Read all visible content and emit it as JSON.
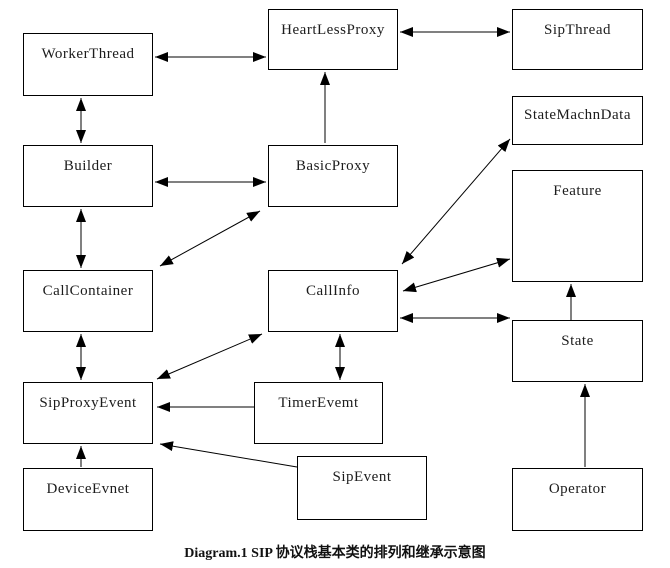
{
  "diagram": {
    "caption": "Diagram.1 SIP 协议栈基本类的排列和继承示意图",
    "colors": {
      "background": "#ffffff",
      "box_border": "#000000",
      "line": "#000000",
      "text": "#1c1c1c"
    },
    "nodes": {
      "worker_thread": {
        "label": "WorkerThread"
      },
      "heart_less_proxy": {
        "label": "HeartLessProxy"
      },
      "sip_thread": {
        "label": "SipThread"
      },
      "state_machn_data": {
        "label": "StateMachnData"
      },
      "builder": {
        "label": "Builder"
      },
      "basic_proxy": {
        "label": "BasicProxy"
      },
      "feature": {
        "label": "Feature"
      },
      "call_container": {
        "label": "CallContainer"
      },
      "call_info": {
        "label": "CallInfo"
      },
      "state": {
        "label": "State"
      },
      "sip_proxy_event": {
        "label": "SipProxyEvent"
      },
      "timer_evemt": {
        "label": "TimerEvemt"
      },
      "sip_event": {
        "label": "SipEvent"
      },
      "device_evnet": {
        "label": "DeviceEvnet"
      },
      "operator": {
        "label": "Operator"
      }
    },
    "edges": [
      {
        "from": "worker_thread",
        "to": "heart_less_proxy",
        "arrows": "both"
      },
      {
        "from": "heart_less_proxy",
        "to": "sip_thread",
        "arrows": "both"
      },
      {
        "from": "worker_thread",
        "to": "builder",
        "arrows": "both"
      },
      {
        "from": "builder",
        "to": "basic_proxy",
        "arrows": "both"
      },
      {
        "from": "basic_proxy",
        "to": "heart_less_proxy",
        "arrows": "to"
      },
      {
        "from": "builder",
        "to": "call_container",
        "arrows": "both"
      },
      {
        "from": "call_container",
        "to": "basic_proxy",
        "arrows": "both"
      },
      {
        "from": "call_container",
        "to": "sip_proxy_event",
        "arrows": "both"
      },
      {
        "from": "sip_proxy_event",
        "to": "call_info",
        "arrows": "both"
      },
      {
        "from": "call_info",
        "to": "state_machn_data",
        "arrows": "both"
      },
      {
        "from": "call_info",
        "to": "feature",
        "arrows": "both"
      },
      {
        "from": "call_info",
        "to": "state",
        "arrows": "both"
      },
      {
        "from": "call_info",
        "to": "timer_evemt",
        "arrows": "both"
      },
      {
        "from": "timer_evemt",
        "to": "sip_proxy_event",
        "arrows": "to"
      },
      {
        "from": "sip_event",
        "to": "sip_proxy_event",
        "arrows": "to"
      },
      {
        "from": "device_evnet",
        "to": "sip_proxy_event",
        "arrows": "to"
      },
      {
        "from": "state",
        "to": "feature",
        "arrows": "to"
      },
      {
        "from": "operator",
        "to": "state",
        "arrows": "to"
      }
    ]
  }
}
